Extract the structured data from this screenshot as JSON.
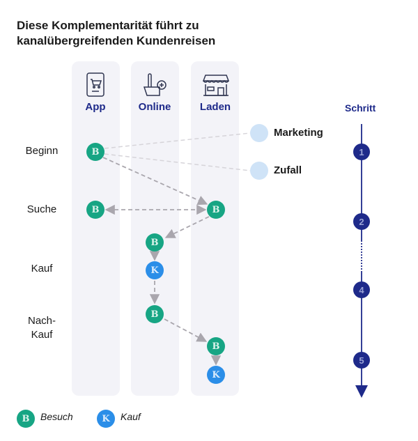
{
  "title": "Diese Komplementarität führt zu kanalübergreifenden Kundenreisen",
  "channels": [
    {
      "label": "App",
      "icon": "phone-cart-icon"
    },
    {
      "label": "Online",
      "icon": "hand-click-plus-icon"
    },
    {
      "label": "Laden",
      "icon": "storefront-icon"
    }
  ],
  "rows": {
    "beginn": "Beginn",
    "suche": "Suche",
    "kauf": "Kauf",
    "nachkauf_1": "Nach-",
    "nachkauf_2": "Kauf"
  },
  "sources": {
    "marketing": "Marketing",
    "zufall": "Zufall"
  },
  "node_letters": {
    "visit": "B",
    "purchase": "K"
  },
  "timeline": {
    "title": "Schritt",
    "steps": [
      "1",
      "2",
      "4",
      "5"
    ]
  },
  "legend": {
    "visit": "Besuch",
    "purchase": "Kauf"
  },
  "colors": {
    "visit": "#17a584",
    "purchase": "#2b8ee8",
    "navy": "#1e2a8a",
    "source": "#cfe3f7"
  }
}
